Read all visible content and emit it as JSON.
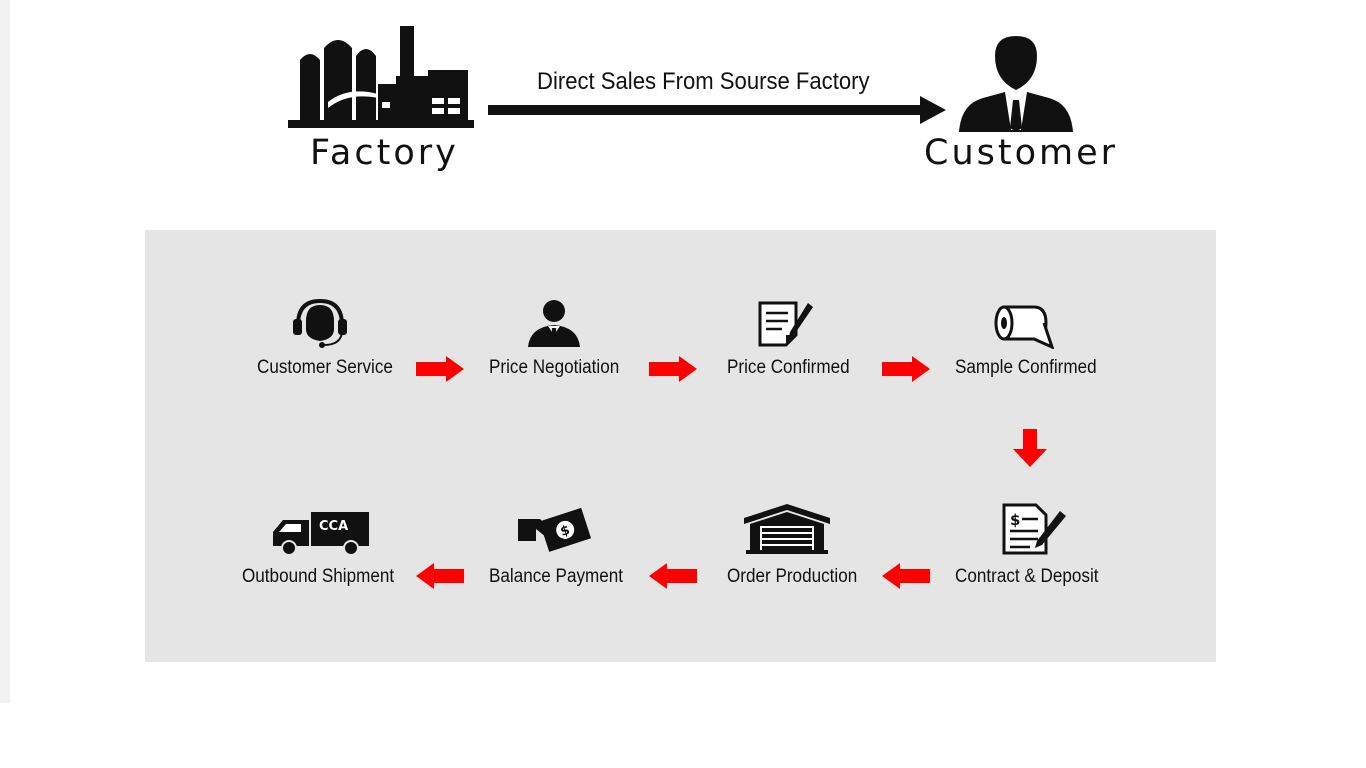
{
  "top": {
    "source_label": "Factory",
    "target_label": "Customer",
    "flow_caption": "Direct Sales From Sourse Factory",
    "icons": {
      "source": "factory-icon",
      "target": "businessman-icon"
    }
  },
  "process": {
    "row1": [
      {
        "label": "Customer Service",
        "icon": "headset-icon"
      },
      {
        "label": "Price Negotiation",
        "icon": "salesman-icon"
      },
      {
        "label": "Price Confirmed",
        "icon": "document-pen-icon"
      },
      {
        "label": "Sample Confirmed",
        "icon": "paper-roll-icon"
      }
    ],
    "row2": [
      {
        "label": "Outbound Shipment",
        "icon": "delivery-truck-icon",
        "truck_text": "CCA"
      },
      {
        "label": "Balance Payment",
        "icon": "payment-icon"
      },
      {
        "label": "Order Production",
        "icon": "warehouse-icon"
      },
      {
        "label": "Contract & Deposit",
        "icon": "contract-icon"
      }
    ]
  },
  "colors": {
    "arrow_red": "#ff0000",
    "panel_bg": "#e5e5e5",
    "ink": "#111111"
  }
}
